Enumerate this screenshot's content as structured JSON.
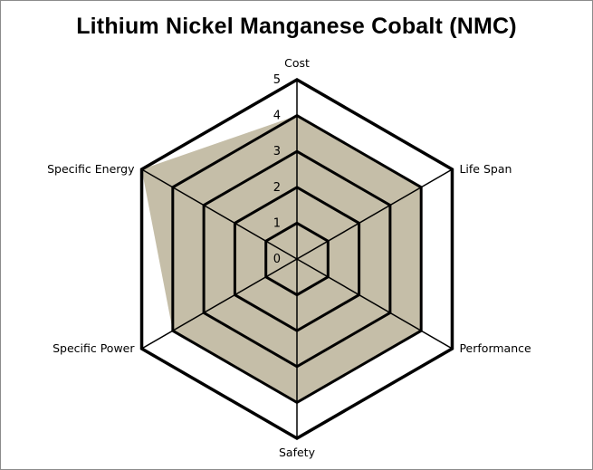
{
  "chart_data": {
    "type": "radar",
    "title": "Lithium Nickel Manganese Cobalt (NMC)",
    "axes": [
      "Cost",
      "Life Span",
      "Performance",
      "Safety",
      "Specific Power",
      "Specific Energy"
    ],
    "series": [
      {
        "values": [
          4,
          4,
          4,
          4,
          4,
          5
        ]
      }
    ],
    "scale": {
      "min": 0,
      "max": 5,
      "step": 1
    },
    "tick_labels": [
      "0",
      "1",
      "2",
      "3",
      "4",
      "5"
    ],
    "grid": true,
    "legend": "none",
    "colors": {
      "fill": "#c5bea8",
      "stroke": "#000000"
    }
  }
}
